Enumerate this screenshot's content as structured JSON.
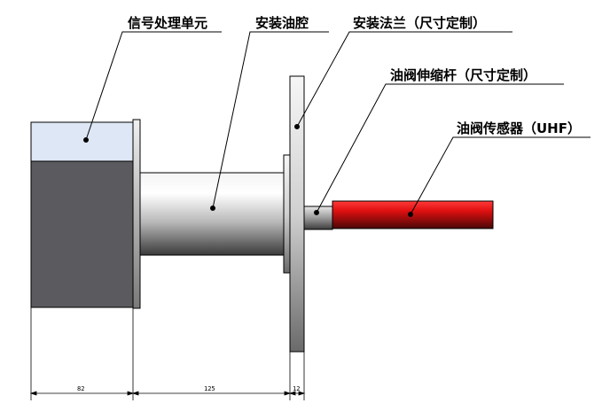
{
  "labels": {
    "signal_unit": "信号处理单元",
    "oil_chamber": "安装油腔",
    "flange": "安装法兰（尺寸定制）",
    "valve_rod": "油阀伸缩杆（尺寸定制）",
    "sensor": "油阀传感器（UHF）"
  },
  "dimensions": {
    "d1": "82",
    "d2": "125",
    "d3": "12"
  }
}
